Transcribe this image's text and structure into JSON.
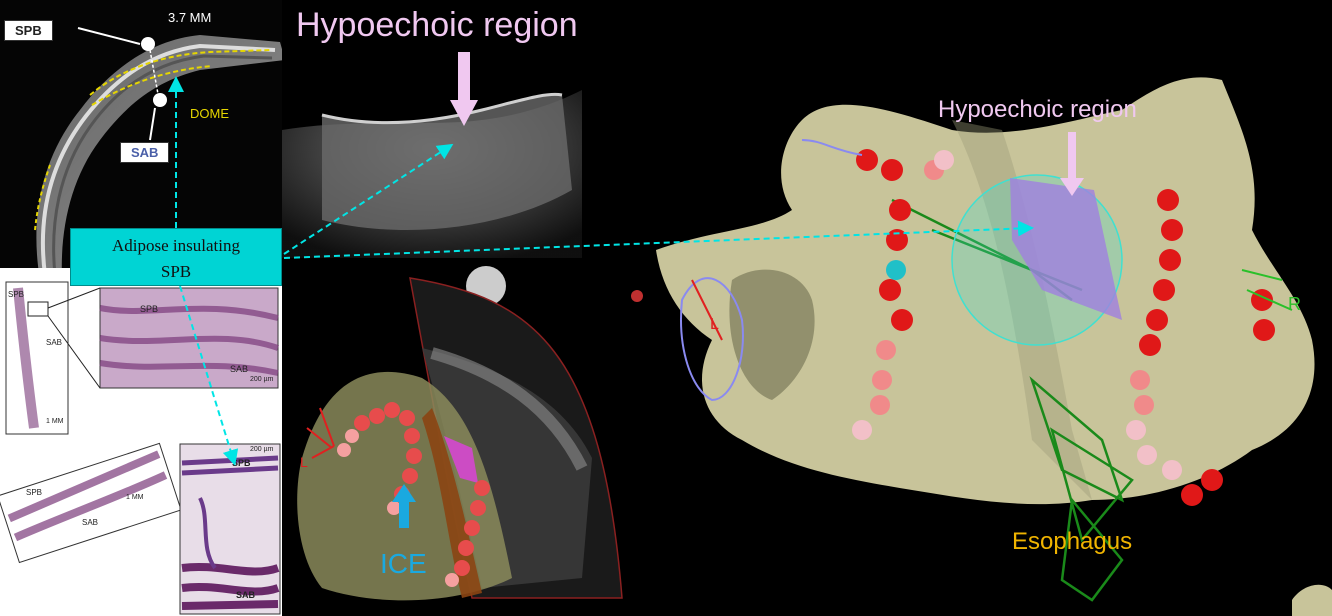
{
  "ct": {
    "spb_label": "SPB",
    "measure_label": "3.7 MM",
    "dome_label": "DOME",
    "sab_label": "SAB"
  },
  "callout": {
    "line1": "Adipose insulating",
    "line2": "SPB"
  },
  "histology": {
    "spb_a": "SPB",
    "sab_a": "SAB",
    "scale_a": "1 MM",
    "spb_b": "SPB",
    "sab_b": "SAB",
    "scale_b": "200 µm",
    "spb_c": "SPB",
    "sab_c": "SAB",
    "scale_c": "1 MM",
    "spb_d": "SPB",
    "sab_d": "SAB",
    "scale_d": "200 µm"
  },
  "ultrasound": {
    "title": "Hypoechoic region"
  },
  "ice": {
    "ice_label": "ICE",
    "l_label": "L"
  },
  "map": {
    "hypo_label": "Hypoechoic region",
    "r_label": "R",
    "l_label": "L",
    "esophagus_label": "Esophagus"
  },
  "colors": {
    "callout_bg": "#00d4d4",
    "arrow_cyan": "#00e5e5",
    "tissue": "#c8c49a",
    "pink_label": "#f0c8f0",
    "esophagus": "#f0b400",
    "ice_blue": "#1aa9e0"
  }
}
